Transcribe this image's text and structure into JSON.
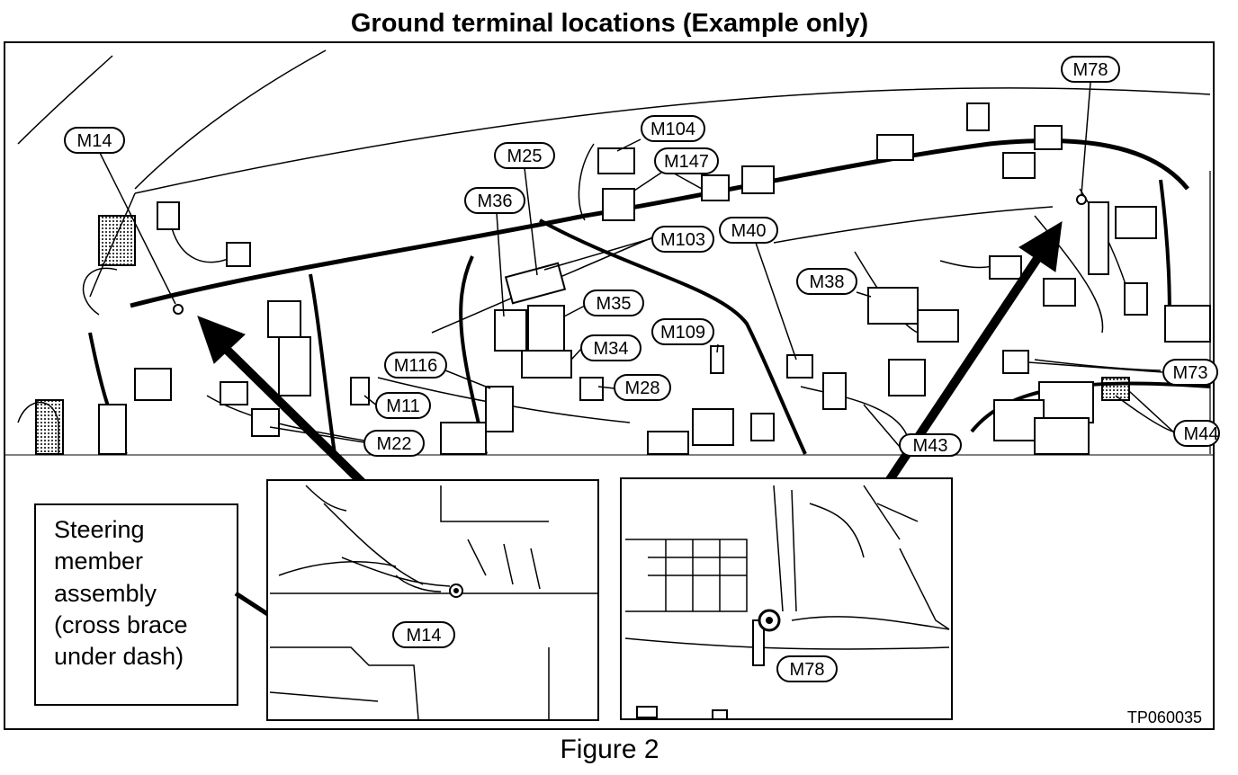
{
  "title": "Ground terminal locations (Example only)",
  "caption": "Figure 2",
  "reference_code": "TP060035",
  "note_lines": [
    "Steering",
    "member",
    "assembly",
    "(cross brace",
    "under dash)"
  ],
  "callouts": {
    "m14": "M14",
    "m25": "M25",
    "m36": "M36",
    "m104": "M104",
    "m147": "M147",
    "m103": "M103",
    "m40": "M40",
    "m78": "M78",
    "m38": "M38",
    "m35": "M35",
    "m34": "M34",
    "m109": "M109",
    "m116": "M116",
    "m28": "M28",
    "m11": "M11",
    "m22": "M22",
    "m43": "M43",
    "m73": "M73",
    "m44": "M44",
    "inset_m14": "M14",
    "inset_m78": "M78"
  }
}
